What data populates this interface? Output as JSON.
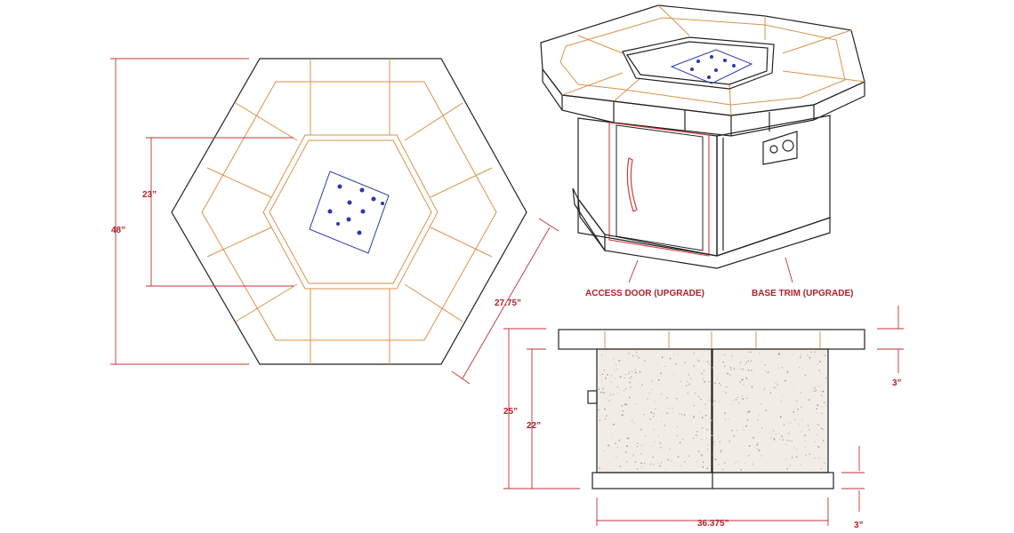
{
  "colors": {
    "outline": "#222222",
    "tile_lines": "#d9924a",
    "dimension": "#b0202a",
    "burner": "#2a3aa8",
    "door_highlight": "#d83a3a"
  },
  "top_view": {
    "overall_width": "48”",
    "opening": "23”",
    "side_length": "27.75”"
  },
  "iso_view": {
    "callouts": [
      {
        "label": "ACCESS DOOR (UPGRADE)"
      },
      {
        "label": "BASE TRIM (UPGRADE)"
      }
    ]
  },
  "side_view": {
    "overall_height": "25”",
    "body_height": "22”",
    "top_thickness": "3”",
    "base_thickness": "3”",
    "width": "36.375”"
  }
}
